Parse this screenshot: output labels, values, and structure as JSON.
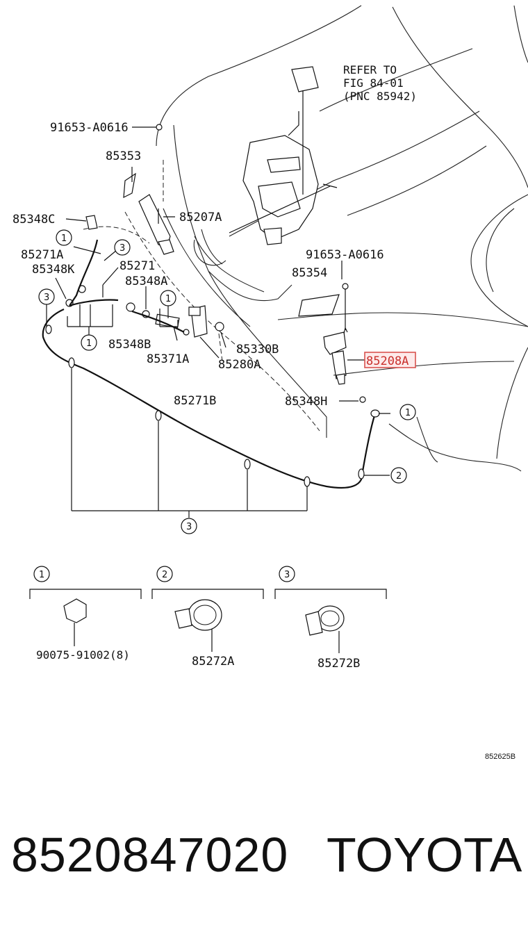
{
  "diagram": {
    "refer_note": [
      "REFER TO",
      "FIG 84-01",
      "(PNC 85942)"
    ],
    "labels": {
      "p91653a": "91653-A0616",
      "p91653b": "91653-A0616",
      "p85353": "85353",
      "p85348c": "85348C",
      "p85207a": "85207A",
      "p85271a": "85271A",
      "p85348k": "85348K",
      "p85271": "85271",
      "p85348a": "85348A",
      "p85354": "85354",
      "p85208a": "85208A",
      "p85348b": "85348B",
      "p85330b": "85330B",
      "p85371a": "85371A",
      "p85280a": "85280A",
      "p85271b": "85271B",
      "p85348h": "85348H"
    },
    "highlighted_part": "85208A",
    "highlight_color": "#d9534f",
    "callouts": {
      "c1": "1",
      "c2": "2",
      "c3": "3"
    },
    "legend": [
      {
        "callout": "1",
        "part": "90075-91002(8)"
      },
      {
        "callout": "2",
        "part": "85272A"
      },
      {
        "callout": "3",
        "part": "85272B"
      }
    ],
    "figure_code": "852625B"
  },
  "footer": {
    "part_number": "8520847020",
    "brand": "TOYOTA"
  }
}
